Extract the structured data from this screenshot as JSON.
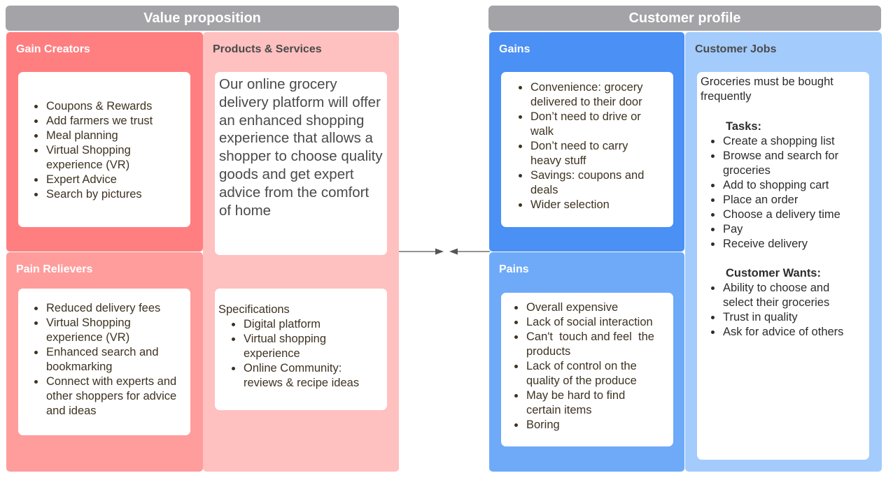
{
  "value_proposition": {
    "header": "Value proposition",
    "gain_creators": {
      "title": "Gain Creators",
      "items": [
        "Coupons & Rewards",
        "Add farmers we trust",
        "Meal planning",
        "Virtual Shopping experience (VR)",
        "Expert Advice",
        "Search by pictures"
      ]
    },
    "pain_relievers": {
      "title": "Pain Relievers",
      "items": [
        "Reduced delivery fees",
        "Virtual Shopping experience (VR)",
        "Enhanced search and bookmarking",
        "Connect with experts and other shoppers for advice and ideas"
      ]
    },
    "products_services": {
      "title": "Products & Services",
      "description": "Our online grocery delivery platform will offer an enhanced shopping experience that allows a shopper to choose quality goods and get expert advice from the comfort of home",
      "specifications_label": "Specifications",
      "specifications": [
        "Digital platform",
        "Virtual shopping experience",
        "Online Community: reviews & recipe ideas"
      ]
    }
  },
  "customer_profile": {
    "header": "Customer profile",
    "gains": {
      "title": "Gains",
      "items": [
        "Convenience: grocery delivered to their door",
        "Don’t need to drive or walk",
        "Don’t need to carry heavy stuff",
        "Savings: coupons and deals",
        "Wider selection"
      ]
    },
    "pains": {
      "title": "Pains",
      "items": [
        "Overall expensive",
        "Lack of social interaction",
        "Can't  touch and feel  the products",
        "Lack of control on the quality of the produce",
        "May be hard to find certain items",
        "Boring"
      ]
    },
    "customer_jobs": {
      "title": "Customer Jobs",
      "intro": "Groceries must be bought frequently",
      "tasks_label": "Tasks:",
      "tasks": [
        "Create a shopping list",
        "Browse and search for groceries",
        "Add to shopping cart",
        "Place an order",
        "Choose a delivery time",
        "Pay",
        "Receive delivery"
      ],
      "wants_label": "Customer Wants:",
      "wants": [
        "Ability to choose and select their groceries",
        "Trust in quality",
        "Ask for advice of others"
      ]
    }
  },
  "colors": {
    "header_gray": "#a3a3a8",
    "gain_creators_bg": "#ff7f80",
    "pain_relievers_bg": "#ff9d9c",
    "products_bg": "#ffc0c0",
    "gains_bg": "#4a90f5",
    "pains_bg": "#6eaaf8",
    "customer_jobs_bg": "#a3cbfc"
  }
}
